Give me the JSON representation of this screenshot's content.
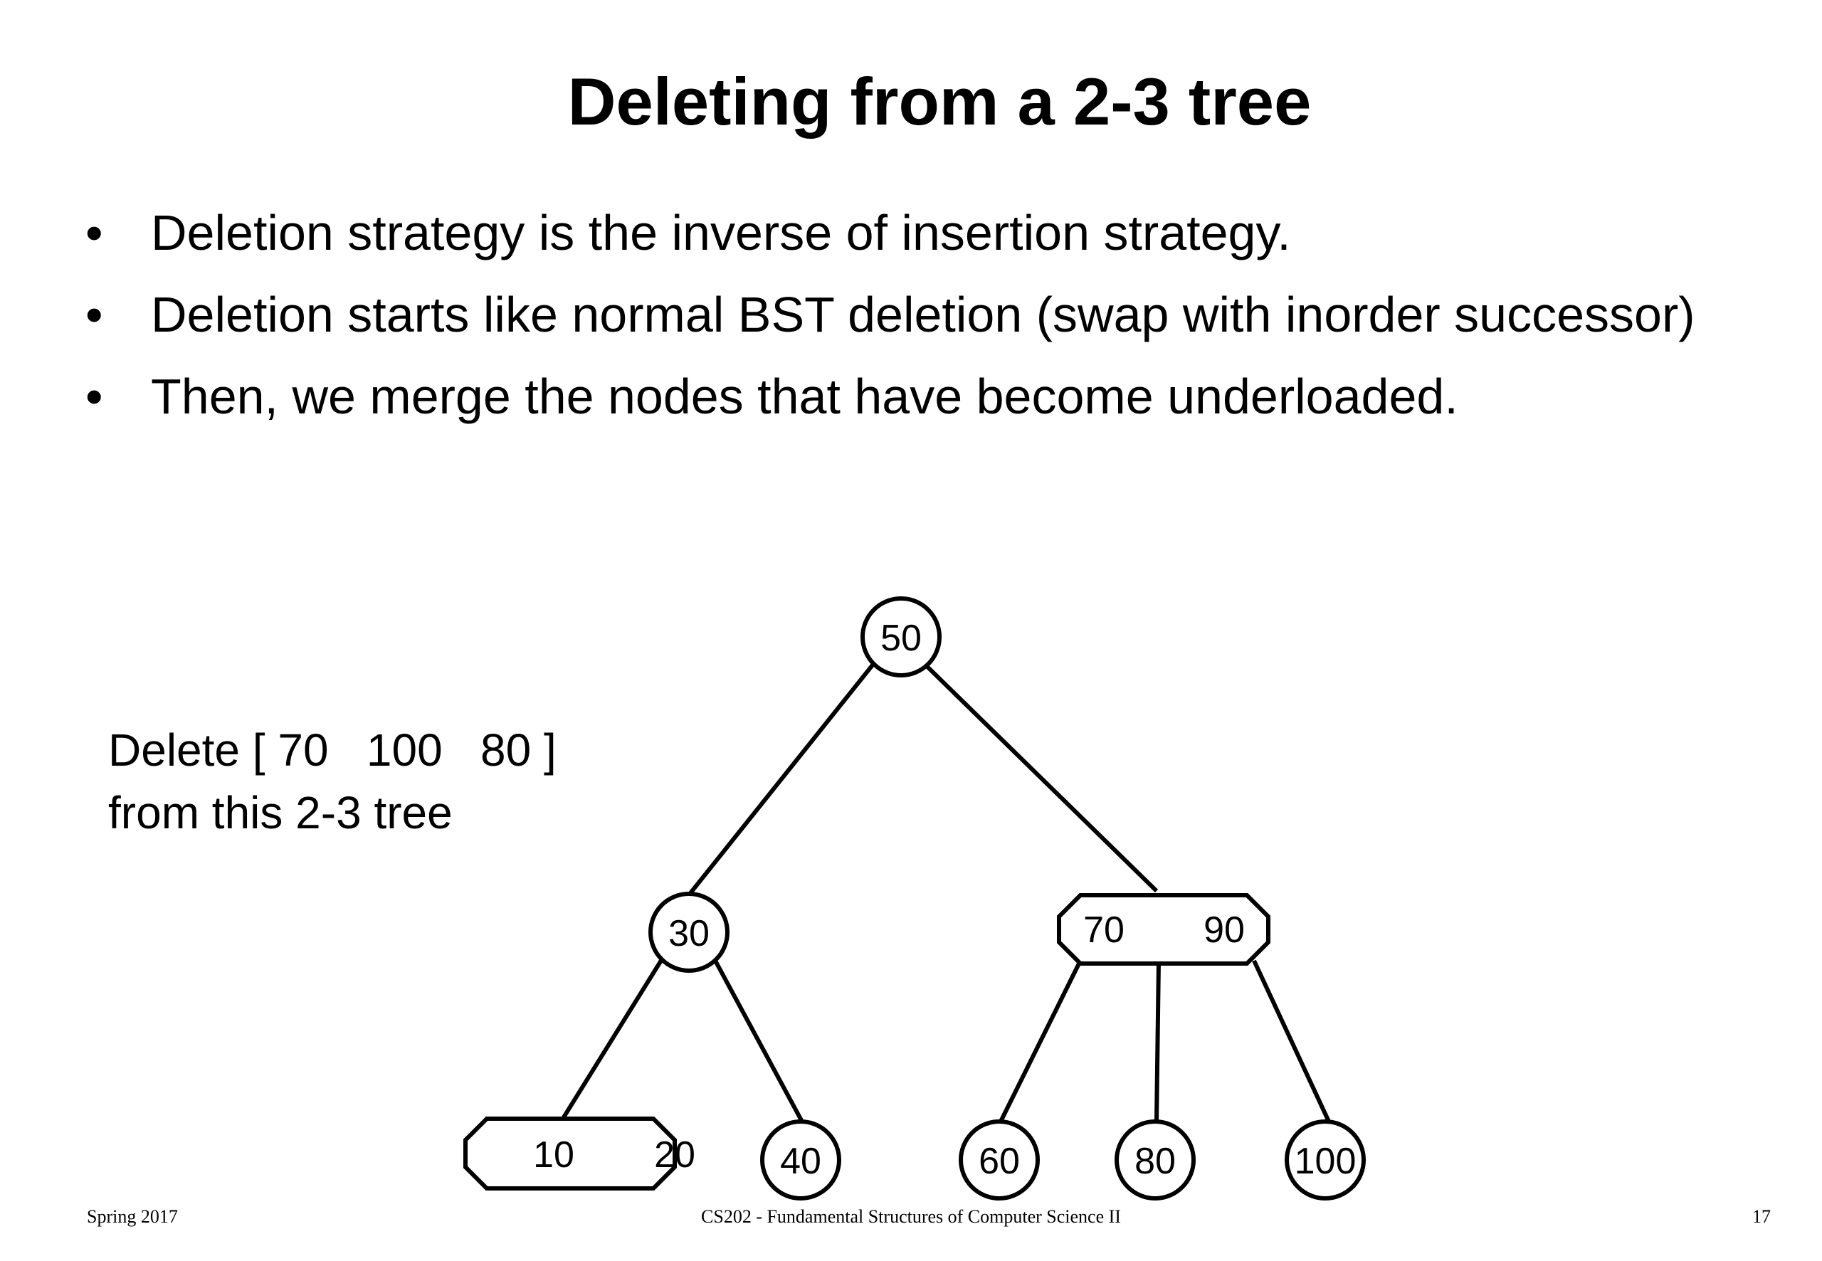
{
  "slide": {
    "title": "Deleting from a 2-3 tree",
    "bullets": [
      "Deletion strategy is  the inverse of insertion strategy.",
      "Deletion starts like normal BST deletion (swap with inorder successor)",
      "Then, we merge the nodes that have become underloaded."
    ],
    "note": "Delete [ 70   100   80 ]\nfrom this 2-3 tree"
  },
  "tree": {
    "root": {
      "keys": [
        "50"
      ]
    },
    "left": {
      "keys": [
        "30"
      ]
    },
    "right": {
      "keys": [
        "70",
        "90"
      ]
    },
    "leaves": {
      "l1": {
        "keys": [
          "10",
          "20"
        ]
      },
      "l2": {
        "keys": [
          "40"
        ]
      },
      "l3": {
        "keys": [
          "60"
        ]
      },
      "l4": {
        "keys": [
          "80"
        ]
      },
      "l5": {
        "keys": [
          "100"
        ]
      }
    }
  },
  "footer": {
    "left": "Spring 2017",
    "center": "CS202 - Fundamental Structures of Computer Science II",
    "right": "17"
  }
}
